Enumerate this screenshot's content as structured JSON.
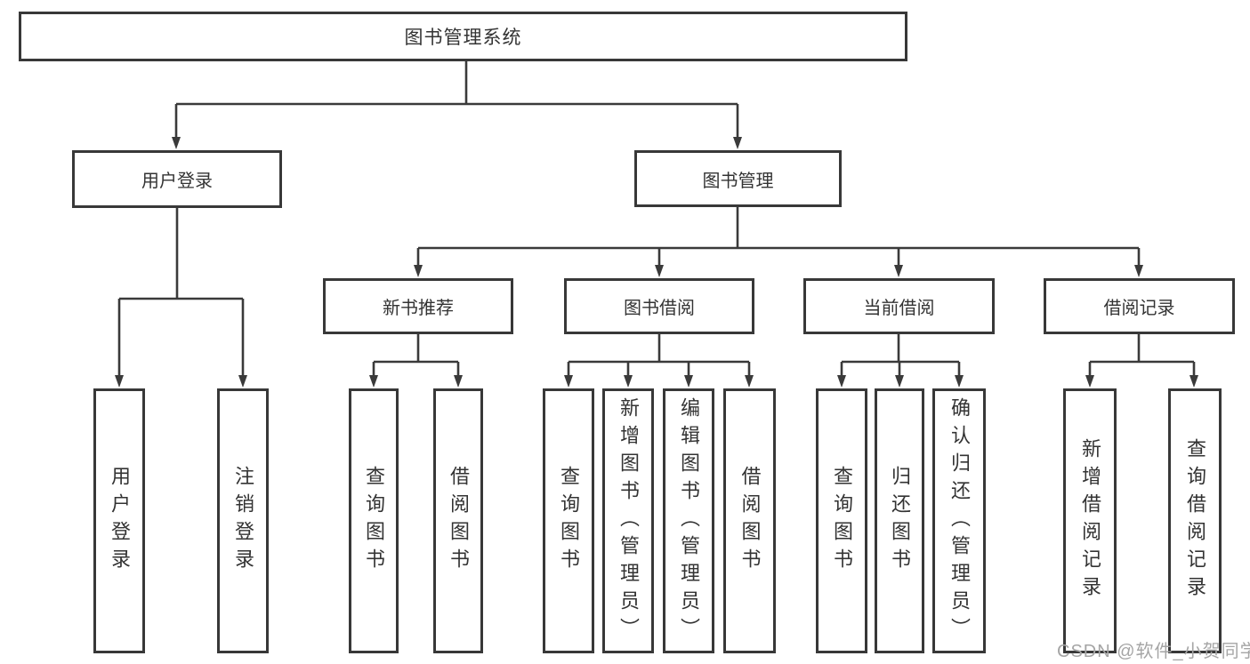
{
  "tree": {
    "root": {
      "label": "图书管理系统"
    },
    "branches": [
      {
        "label": "用户登录",
        "children": [
          {
            "label": "用户登录"
          },
          {
            "label": "注销登录"
          }
        ]
      },
      {
        "label": "图书管理",
        "children": [
          {
            "label": "新书推荐",
            "children": [
              {
                "label": "查询图书"
              },
              {
                "label": "借阅图书"
              }
            ]
          },
          {
            "label": "图书借阅",
            "children": [
              {
                "label": "查询图书"
              },
              {
                "label": "新增图书（管理员）"
              },
              {
                "label": "编辑图书（管理员）"
              },
              {
                "label": "借阅图书"
              }
            ]
          },
          {
            "label": "当前借阅",
            "children": [
              {
                "label": "查询图书"
              },
              {
                "label": "归还图书"
              },
              {
                "label": "确认归还（管理员）"
              }
            ]
          },
          {
            "label": "借阅记录",
            "children": [
              {
                "label": "新增借阅记录"
              },
              {
                "label": "查询借阅记录"
              }
            ]
          }
        ]
      }
    ]
  },
  "watermark": "CSDN @软件_小贺同学",
  "colors": {
    "line": "#3a3a3a",
    "text": "#333333",
    "watermark": "#a5a5a5",
    "background": "#ffffff"
  }
}
